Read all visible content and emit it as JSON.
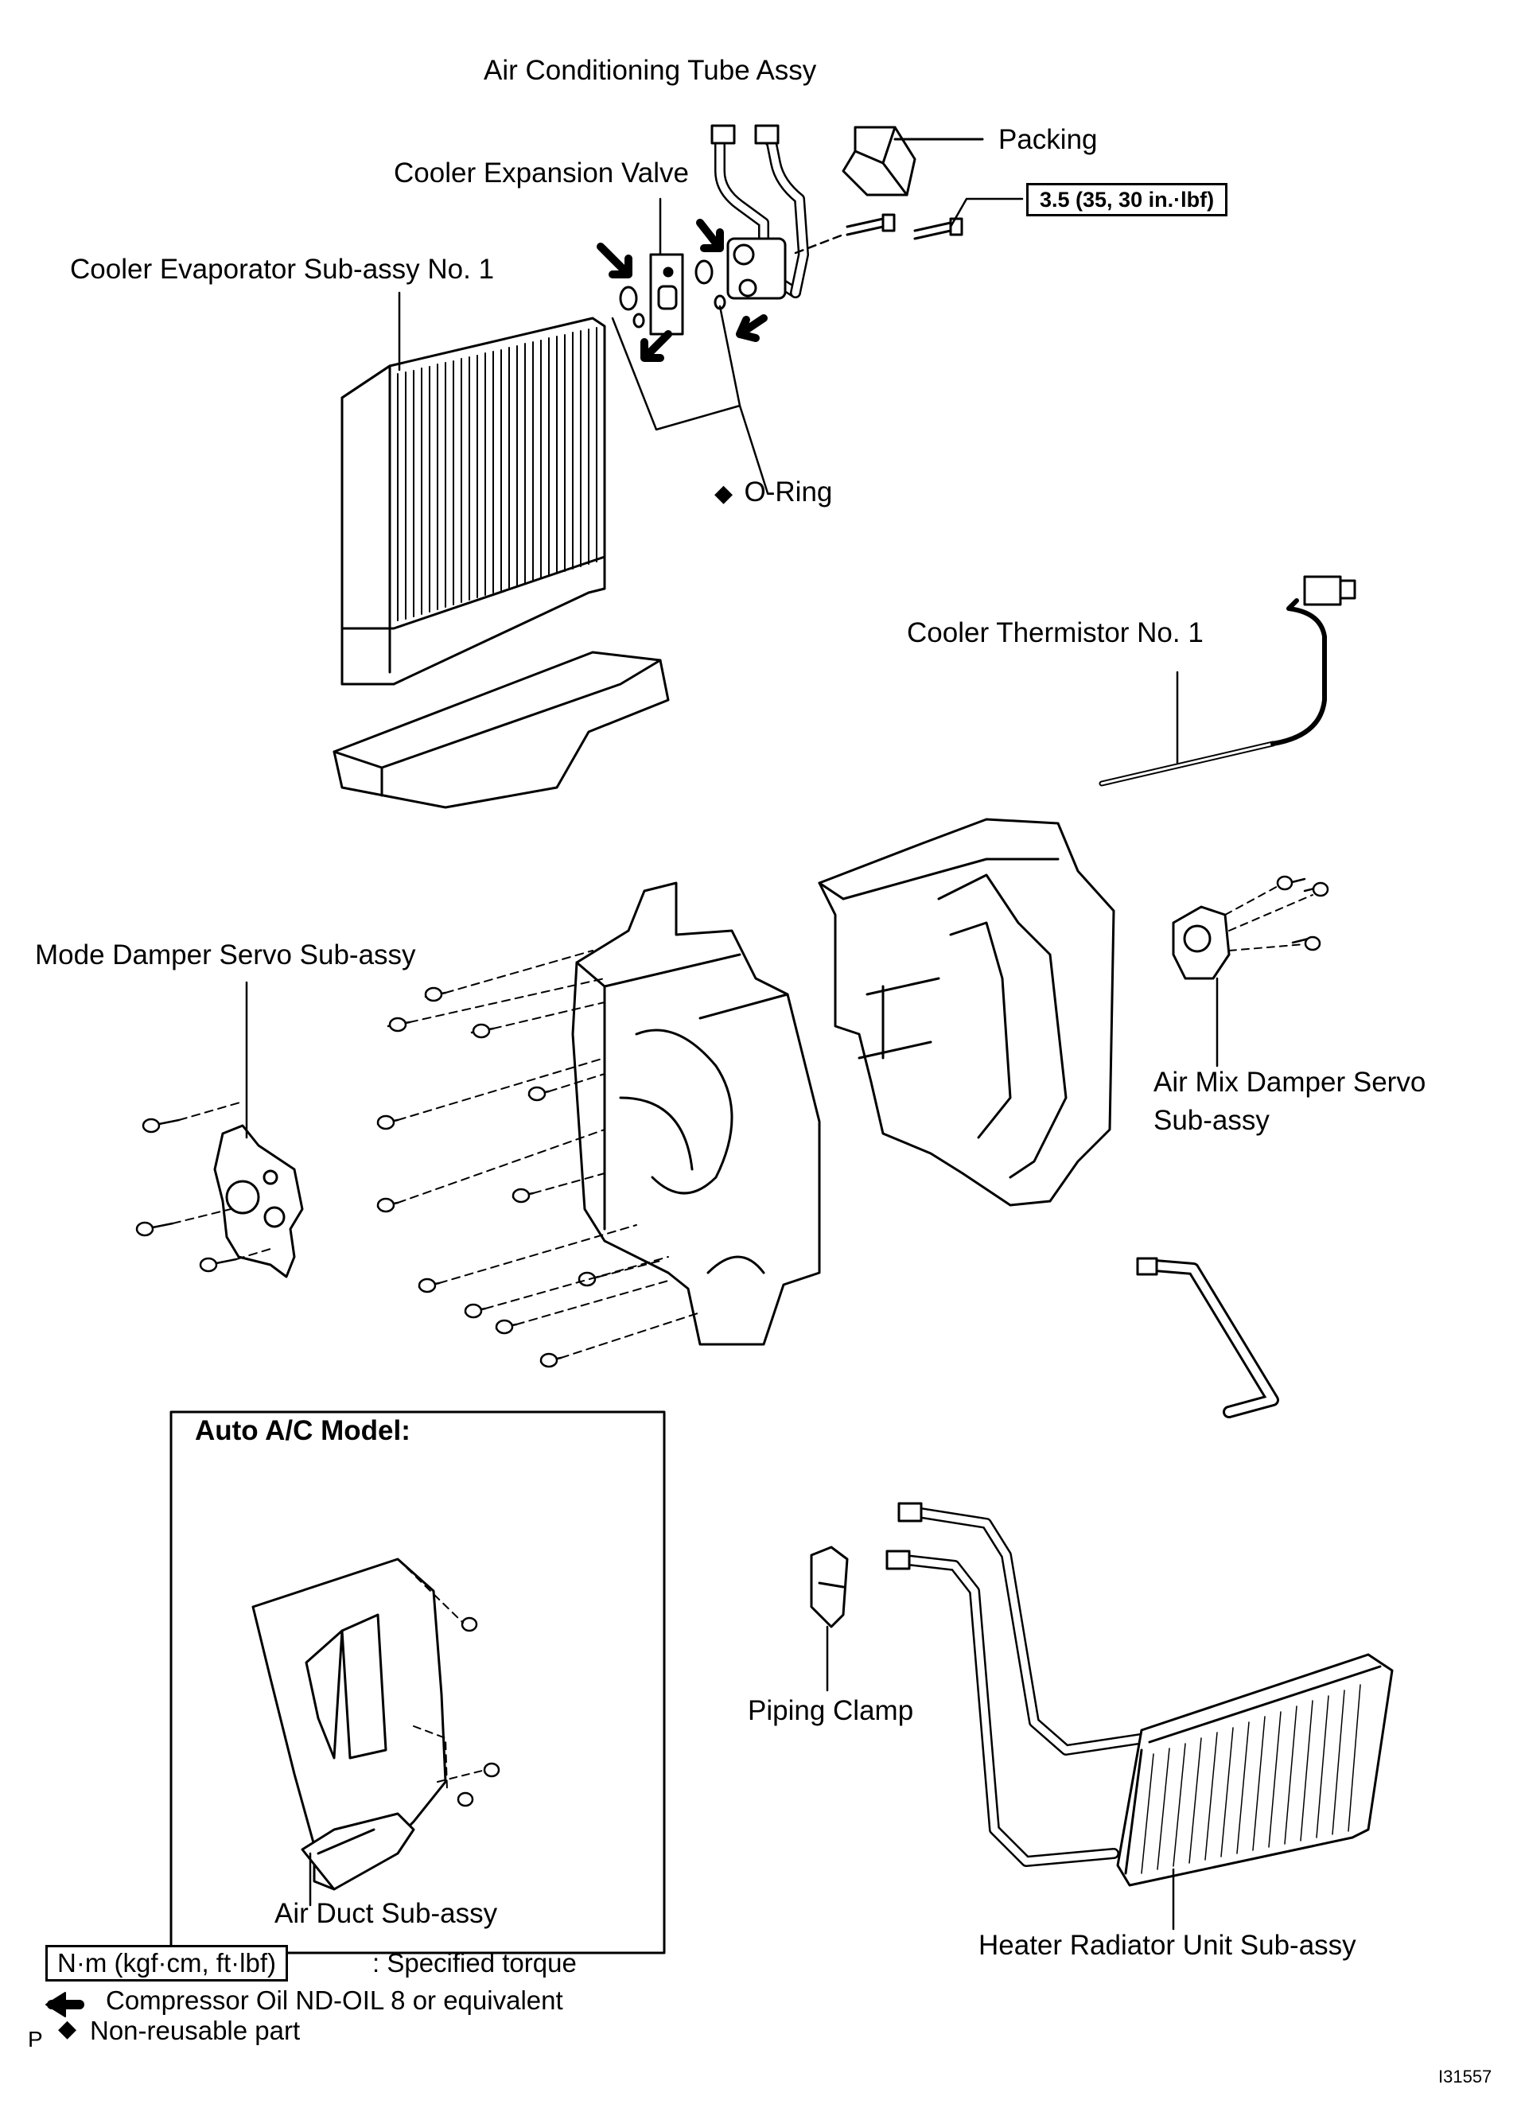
{
  "labels": {
    "air_conditioning_tube_assy": "Air Conditioning Tube Assy",
    "packing": "Packing",
    "cooler_expansion_valve": "Cooler Expansion Valve",
    "cooler_evaporator": "Cooler Evaporator Sub-assy No. 1",
    "o_ring": "O-Ring",
    "cooler_thermistor": "Cooler Thermistor No. 1",
    "mode_damper_servo": "Mode Damper Servo Sub-assy",
    "air_mix_damper_servo_line1": "Air Mix Damper Servo",
    "air_mix_damper_servo_line2": "Sub-assy",
    "piping_clamp": "Piping Clamp",
    "heater_radiator": "Heater Radiator Unit Sub-assy",
    "air_duct": "Air Duct Sub-assy"
  },
  "torque_spec": "3.5 (35, 30 in.·lbf)",
  "inset": {
    "title": "Auto A/C Model:"
  },
  "legend": {
    "torque_box_label": "N·m (kgf·cm, ft·lbf)",
    "torque_description": ": Specified torque",
    "oil_description": "Compressor Oil ND-OIL 8 or equivalent",
    "p_marker": "P",
    "non_reusable_description": "Non-reusable part"
  },
  "symbols": {
    "non_reusable": "◆"
  },
  "figure_id": "I31557"
}
